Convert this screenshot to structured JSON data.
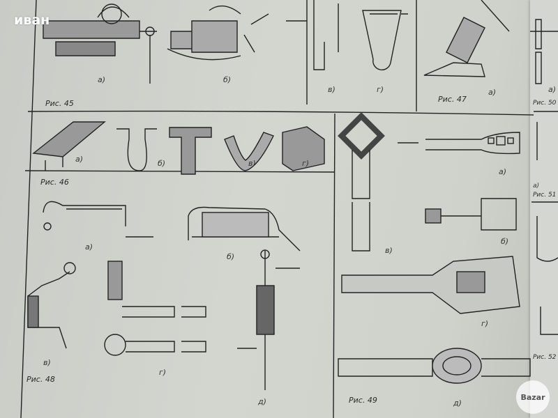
{
  "watermark": "иван",
  "logo_text": "Bazar",
  "figures": {
    "fig45": {
      "caption": "Рис. 45",
      "labels": [
        "а)",
        "б)",
        "в)",
        "г)"
      ]
    },
    "fig46": {
      "caption": "Рис. 46",
      "labels": [
        "а)",
        "б)",
        "в)",
        "г)"
      ]
    },
    "fig47": {
      "caption": "Рис. 47",
      "labels": [
        "а)"
      ]
    },
    "fig48": {
      "caption": "Рис. 48",
      "labels": [
        "а)",
        "б)",
        "в)",
        "г)",
        "д)"
      ]
    },
    "fig49": {
      "caption": "Рис. 49",
      "labels": [
        "а)",
        "б)",
        "в)",
        "г)",
        "д)"
      ]
    },
    "fig50": {
      "caption": "Рис. 50",
      "labels": [
        "а)"
      ]
    },
    "fig51": {
      "caption": "Рис. 51",
      "labels": [
        "а)"
      ]
    },
    "fig52": {
      "caption": "Рис. 52"
    }
  }
}
